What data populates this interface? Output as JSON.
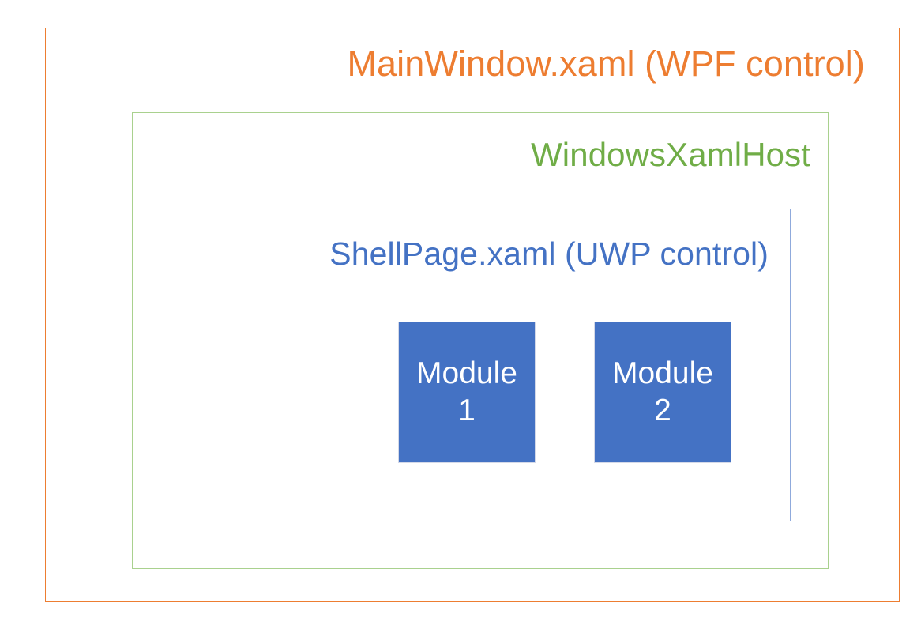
{
  "diagram": {
    "type": "nested-containers",
    "background": "#ffffff",
    "layers": [
      {
        "id": "mainwindow",
        "title": "MainWindow.xaml (WPF control)",
        "border_color": "#ED7D31",
        "text_color": "#ED7D31"
      },
      {
        "id": "windowsxamlhost",
        "title": "WindowsXamlHost",
        "border_color": "#A9D18E",
        "text_color": "#70AD47"
      },
      {
        "id": "shellpage",
        "title": "ShellPage.xaml (UWP control)",
        "border_color": "#8FAADC",
        "text_color": "#4472C4"
      }
    ],
    "modules": [
      {
        "name": "Module",
        "index": "1",
        "fill": "#4472C4",
        "text_color": "#FFFFFF"
      },
      {
        "name": "Module",
        "index": "2",
        "fill": "#4472C4",
        "text_color": "#FFFFFF"
      }
    ]
  }
}
